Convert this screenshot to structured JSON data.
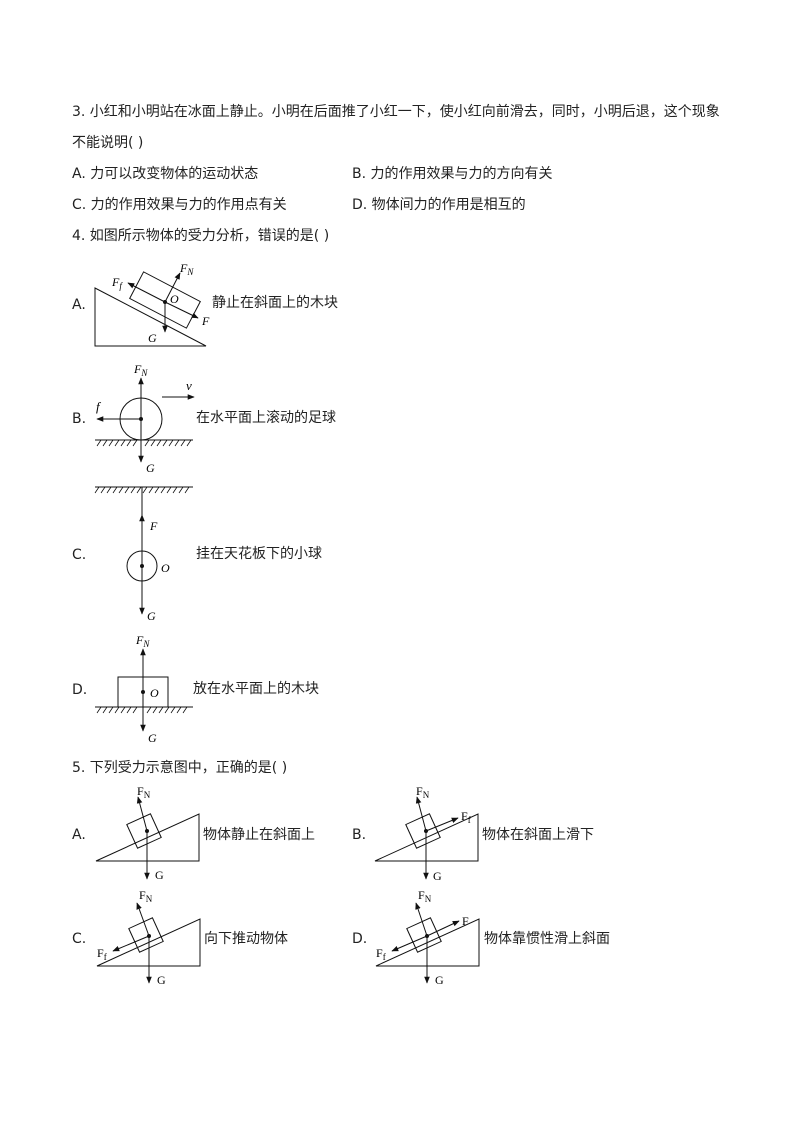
{
  "q3": {
    "stem_line1": "3. 小红和小明站在冰面上静止。小明在后面推了小红一下，使小红向前滑去，同时，小明后退，这个现象",
    "stem_line2": "不能说明(    )",
    "options": {
      "A": "A. 力可以改变物体的运动状态",
      "B": "B. 力的作用效果与力的方向有关",
      "C": "C. 力的作用效果与力的作用点有关",
      "D": "D. 物体间力的作用是相互的"
    }
  },
  "q4": {
    "stem": "4. 如图所示物体的受力分析，错误的是(    )",
    "A": {
      "letter": "A.",
      "caption": "静止在斜面上的木块",
      "f_label": "F",
      "f_sub": "f",
      "n_label": "F",
      "n_sub": "N",
      "o_label": "O",
      "g_label": "G",
      "extra_label": "F"
    },
    "B": {
      "letter": "B.",
      "caption": "在水平面上滚动的足球",
      "n_label": "F",
      "n_sub": "N",
      "v_label": "v",
      "f_label": "f",
      "g_label": "G"
    },
    "C": {
      "letter": "C.",
      "caption": "挂在天花板下的小球",
      "f_label": "F",
      "o_label": "O",
      "g_label": "G"
    },
    "D": {
      "letter": "D.",
      "caption": "放在水平面上的木块",
      "n_label": "F",
      "n_sub": "N",
      "o_label": "O",
      "g_label": "G"
    }
  },
  "q5": {
    "stem": "5. 下列受力示意图中，正确的是(    )",
    "A": {
      "letter": "A.",
      "caption": "物体静止在斜面上",
      "n_label": "F",
      "n_sub": "N",
      "g_label": "G"
    },
    "B": {
      "letter": "B.",
      "caption": "物体在斜面上滑下",
      "n_label": "F",
      "n_sub": "N",
      "f_label": "F",
      "f_sub": "f",
      "g_label": "G"
    },
    "C": {
      "letter": "C.",
      "caption": "向下推动物体",
      "n_label": "F",
      "n_sub": "N",
      "f_label": "F",
      "f_sub": "f",
      "g_label": "G"
    },
    "D": {
      "letter": "D.",
      "caption": "物体靠惯性滑上斜面",
      "n_label": "F",
      "n_sub": "N",
      "f_label": "F",
      "f_sub": "f",
      "push_label": "F",
      "g_label": "G"
    }
  }
}
